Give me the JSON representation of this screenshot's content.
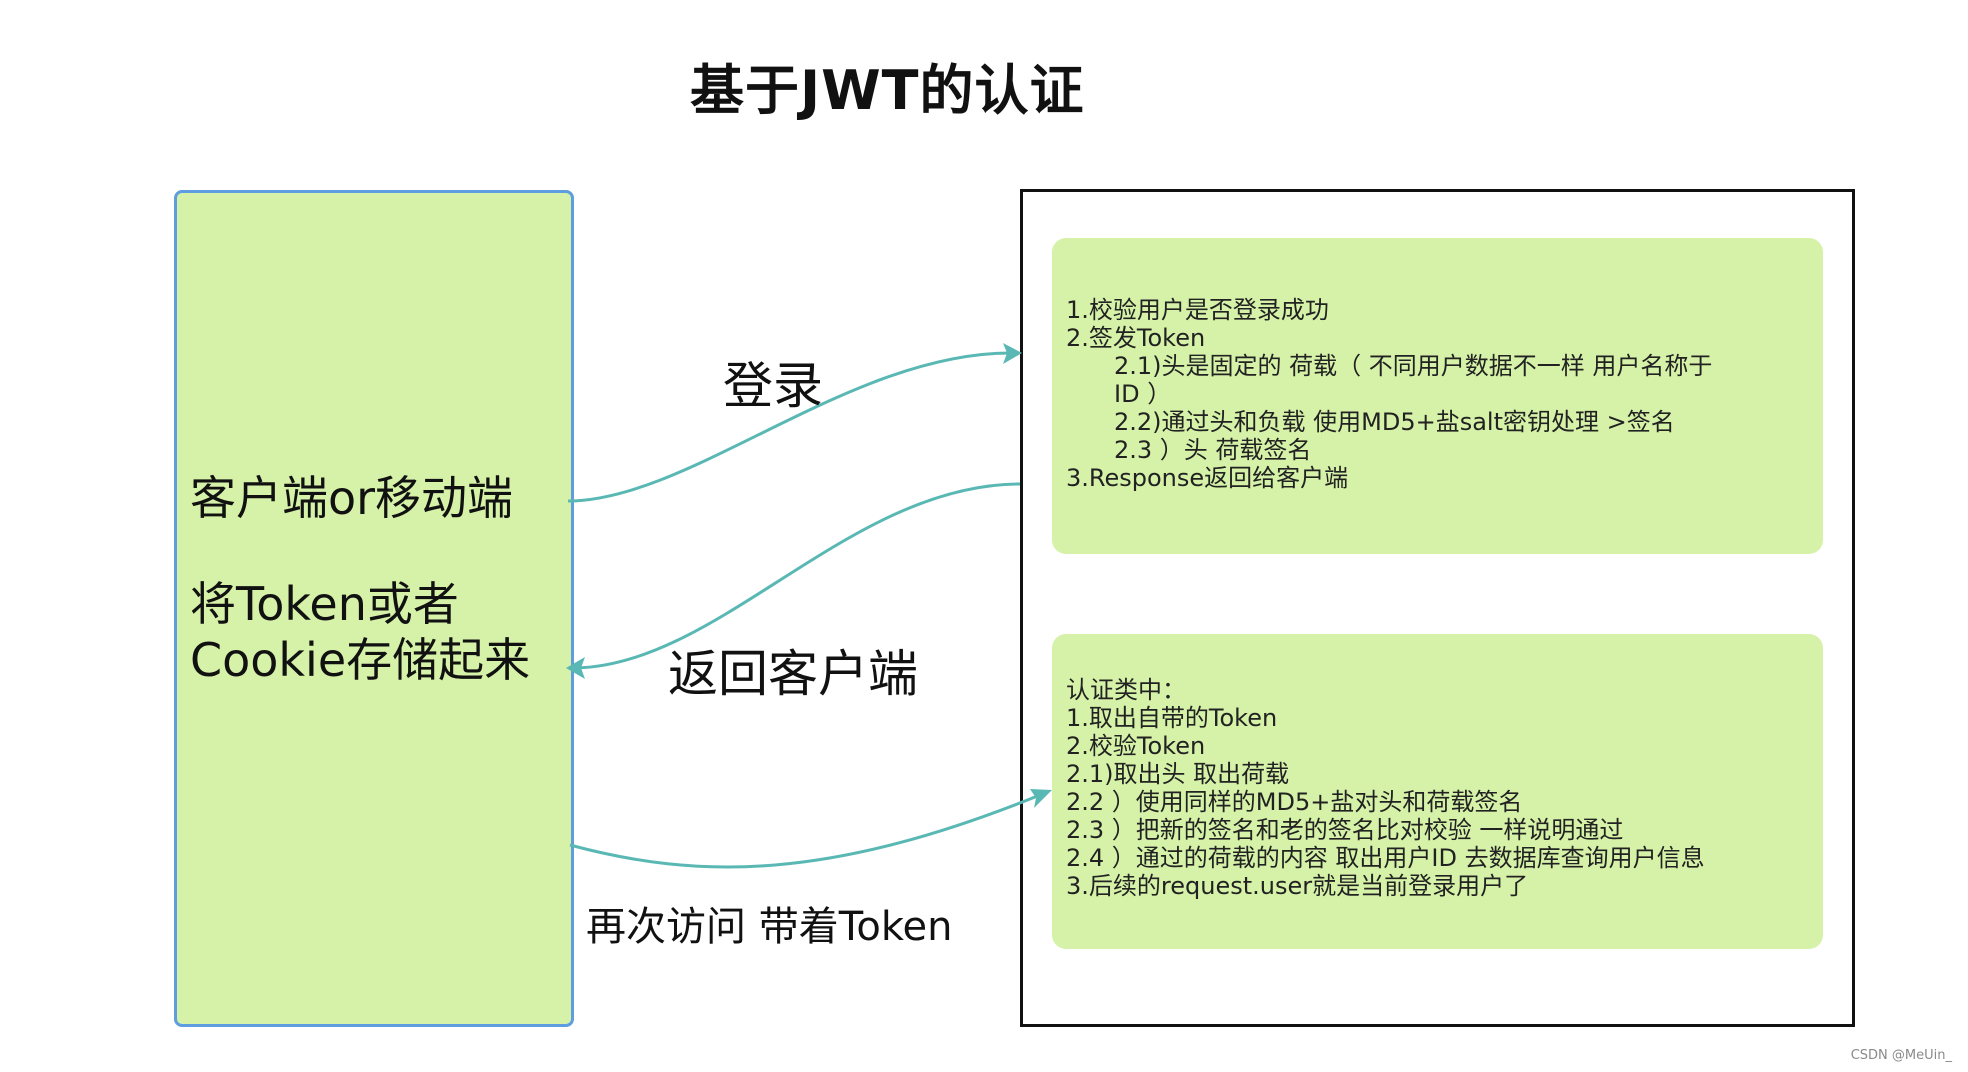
{
  "title": "基于JWT的认证",
  "client": {
    "line1": "客户端or移动端",
    "line2": "将Token或者",
    "line3": "Cookie存储起来"
  },
  "arrows": {
    "login": "登录",
    "return": "返回客户端",
    "revisit": "再次访问 带着Token"
  },
  "server_panel_top": {
    "lines": [
      "1.校验用户是否登录成功",
      "2.签发Token",
      "2.1)头是固定的 荷载（ 不同用户数据不一样 用户名称于",
      "ID ）",
      "2.2)通过头和负载 使用MD5+盐salt密钥处理 >签名",
      "2.3 ）头 荷载签名",
      "3.Response返回给客户端"
    ]
  },
  "server_panel_bottom": {
    "lines": [
      "认证类中：",
      "1.取出自带的Token",
      "2.校验Token",
      "2.1)取出头 取出荷载",
      "2.2 ）使用同样的MD5+盐对头和荷载签名",
      "2.3 ）把新的签名和老的签名比对校验 一样说明通过",
      "2.4 ）通过的荷载的内容 取出用户ID 去数据库查询用户信息",
      "3.后续的request.user就是当前登录用户了"
    ]
  },
  "watermark": "CSDN @MeUin_",
  "colors": {
    "box_fill": "#d5f2a8",
    "client_border": "#5d9de0",
    "arrow": "#5ab8b4"
  }
}
